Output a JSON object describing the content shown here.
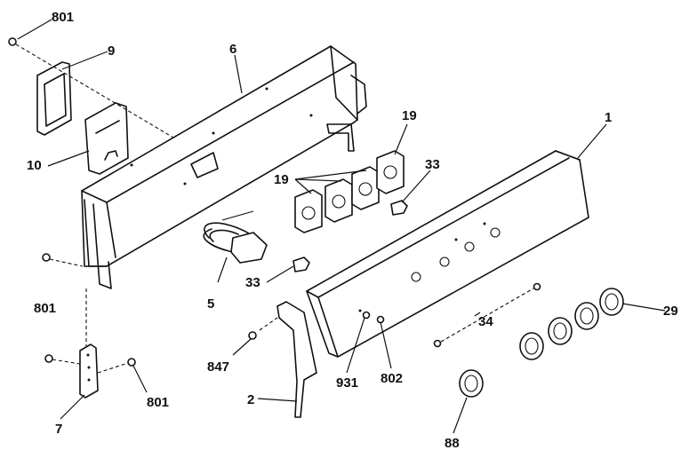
{
  "callouts": {
    "c801_top": "801",
    "c9": "9",
    "c6": "6",
    "c10": "10",
    "c19_top": "19",
    "c19_left": "19",
    "c33_top": "33",
    "c1": "1",
    "c801_mid": "801",
    "c5": "5",
    "c33_mid": "33",
    "c29": "29",
    "c34": "34",
    "c847": "847",
    "c931": "931",
    "c802": "802",
    "c801_bot": "801",
    "c2": "2",
    "c7": "7",
    "c88": "88"
  }
}
